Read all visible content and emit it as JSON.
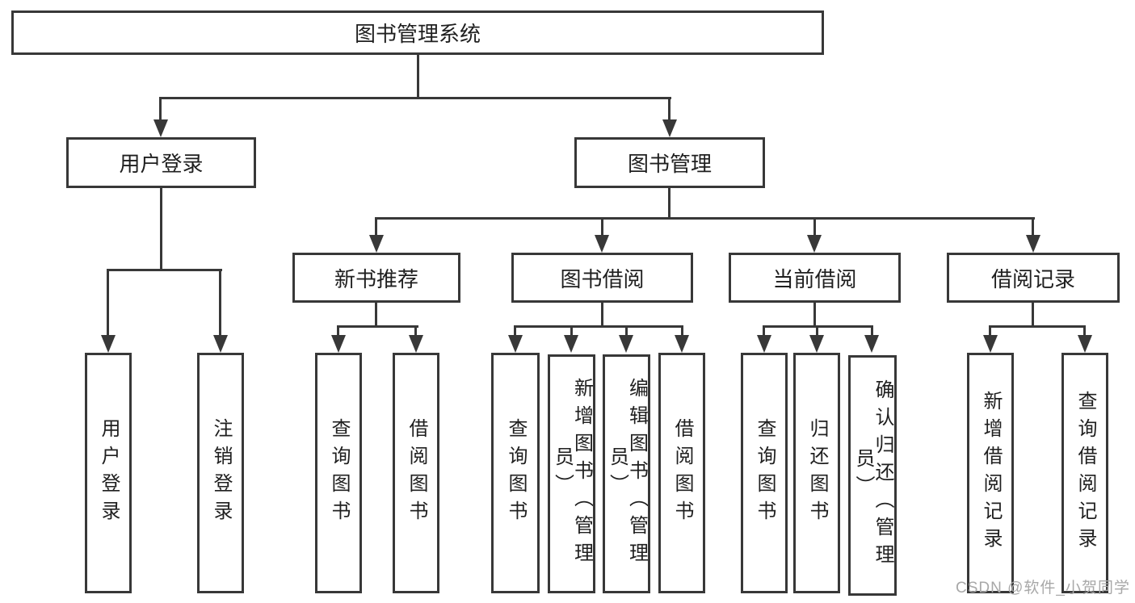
{
  "diagram_title": "图书管理系统",
  "nodes": {
    "root": {
      "label": "图书管理系统"
    },
    "user_login": {
      "label": "用户登录"
    },
    "book_mgmt": {
      "label": "图书管理"
    },
    "new_book": {
      "label": "新书推荐"
    },
    "book_borrow": {
      "label": "图书借阅"
    },
    "current_borrow": {
      "label": "当前借阅"
    },
    "borrow_records": {
      "label": "借阅记录"
    },
    "leaf_user_login": {
      "label": "用户登录"
    },
    "leaf_logout": {
      "label": "注销登录"
    },
    "leaf_nb_query": {
      "label": "查询图书"
    },
    "leaf_nb_borrow": {
      "label": "借阅图书"
    },
    "leaf_bb_query": {
      "label": "查询图书"
    },
    "leaf_bb_add": {
      "label": "新增图书（管理员）"
    },
    "leaf_bb_edit": {
      "label": "编辑图书（管理员）"
    },
    "leaf_bb_borrow": {
      "label": "借阅图书"
    },
    "leaf_cb_query": {
      "label": "查询图书"
    },
    "leaf_cb_return": {
      "label": "归还图书"
    },
    "leaf_cb_confirm": {
      "label": "确认归还（管理员）"
    },
    "leaf_br_add": {
      "label": "新增借阅记录"
    },
    "leaf_br_query": {
      "label": "查询借阅记录"
    }
  },
  "hierarchy": {
    "root": "图书管理系统",
    "children": [
      {
        "label": "用户登录",
        "children": [
          "用户登录",
          "注销登录"
        ]
      },
      {
        "label": "图书管理",
        "children": [
          {
            "label": "新书推荐",
            "children": [
              "查询图书",
              "借阅图书"
            ]
          },
          {
            "label": "图书借阅",
            "children": [
              "查询图书",
              "新增图书（管理员）",
              "编辑图书（管理员）",
              "借阅图书"
            ]
          },
          {
            "label": "当前借阅",
            "children": [
              "查询图书",
              "归还图书",
              "确认归还（管理员）"
            ]
          },
          {
            "label": "借阅记录",
            "children": [
              "新增借阅记录",
              "查询借阅记录"
            ]
          }
        ]
      }
    ]
  },
  "watermark": {
    "text": "CSDN @软件_小贺同学"
  },
  "colors": {
    "line": "#383838",
    "text": "#1f1f1f",
    "background": "#ffffff",
    "watermark": "#a8a8a8"
  }
}
